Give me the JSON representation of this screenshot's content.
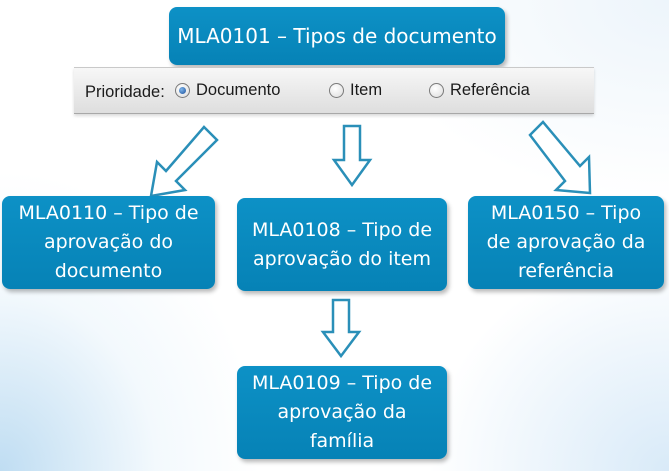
{
  "nodes": {
    "top": {
      "lines": [
        "MLA0101 – Tipos de documento"
      ]
    },
    "left": {
      "lines": [
        "MLA0110 – Tipo de",
        "aprovação do",
        "documento"
      ]
    },
    "middle": {
      "lines": [
        "MLA0108 – Tipo de",
        "aprovação do item"
      ]
    },
    "right": {
      "lines": [
        "MLA0150 – Tipo",
        "de aprovação da",
        "referência"
      ]
    },
    "bottom": {
      "lines": [
        "MLA0109 – Tipo de",
        "aprovação da",
        "família"
      ]
    }
  },
  "radio_group": {
    "label": "Prioridade:",
    "options": [
      {
        "label": "Documento",
        "checked": true
      },
      {
        "label": "Item",
        "checked": false
      },
      {
        "label": "Referência",
        "checked": false
      }
    ]
  },
  "colors": {
    "node_fill": "#0a8bc0",
    "arrow_stroke": "#2a8fb8",
    "arrow_fill": "#ffffff"
  },
  "icons": {
    "arrow": "hollow-block-arrow-icon",
    "radio": "radio-button-icon"
  }
}
